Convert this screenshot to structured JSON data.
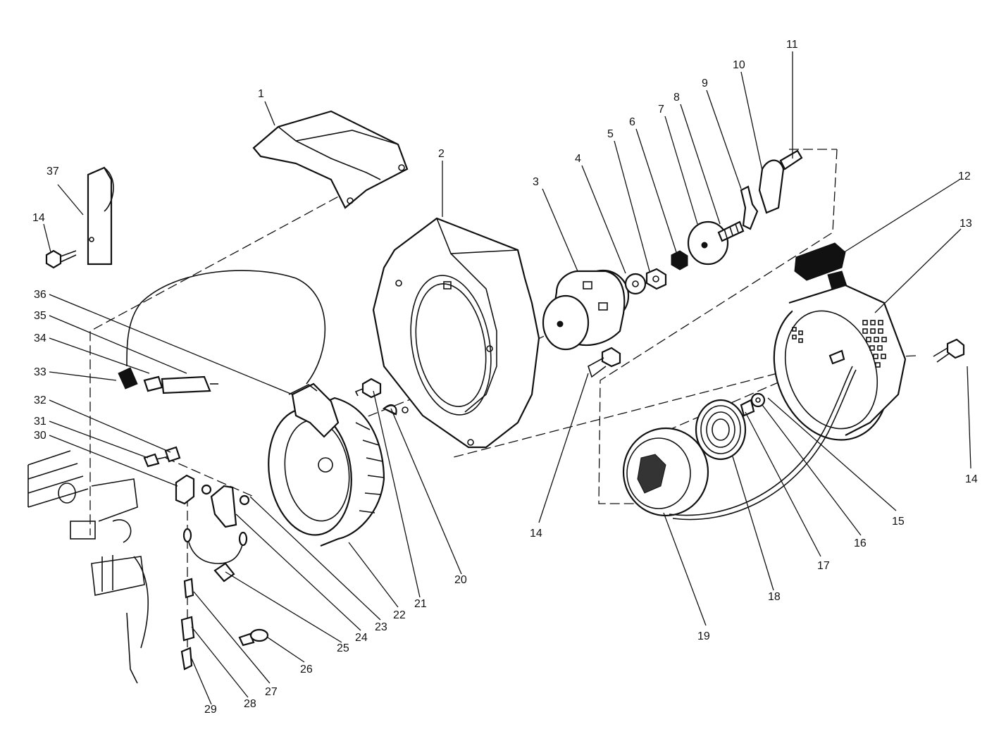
{
  "colors": {
    "ink": "#111111",
    "paper": "#ffffff"
  },
  "callouts": [
    {
      "id": "c1",
      "text": "1"
    },
    {
      "id": "c2",
      "text": "2"
    },
    {
      "id": "c3",
      "text": "3"
    },
    {
      "id": "c4",
      "text": "4"
    },
    {
      "id": "c5",
      "text": "5"
    },
    {
      "id": "c6",
      "text": "6"
    },
    {
      "id": "c7",
      "text": "7"
    },
    {
      "id": "c8",
      "text": "8"
    },
    {
      "id": "c9",
      "text": "9"
    },
    {
      "id": "c10",
      "text": "10"
    },
    {
      "id": "c11",
      "text": "11"
    },
    {
      "id": "c12",
      "text": "12"
    },
    {
      "id": "c13",
      "text": "13"
    },
    {
      "id": "c14a",
      "text": "14"
    },
    {
      "id": "c14b",
      "text": "14"
    },
    {
      "id": "c14c",
      "text": "14"
    },
    {
      "id": "c15",
      "text": "15"
    },
    {
      "id": "c16",
      "text": "16"
    },
    {
      "id": "c17",
      "text": "17"
    },
    {
      "id": "c18",
      "text": "18"
    },
    {
      "id": "c19",
      "text": "19"
    },
    {
      "id": "c20",
      "text": "20"
    },
    {
      "id": "c21",
      "text": "21"
    },
    {
      "id": "c22",
      "text": "22"
    },
    {
      "id": "c23",
      "text": "23"
    },
    {
      "id": "c24",
      "text": "24"
    },
    {
      "id": "c25",
      "text": "25"
    },
    {
      "id": "c26",
      "text": "26"
    },
    {
      "id": "c27",
      "text": "27"
    },
    {
      "id": "c28",
      "text": "28"
    },
    {
      "id": "c29",
      "text": "29"
    },
    {
      "id": "c30",
      "text": "30"
    },
    {
      "id": "c31",
      "text": "31"
    },
    {
      "id": "c32",
      "text": "32"
    },
    {
      "id": "c33",
      "text": "33"
    },
    {
      "id": "c34",
      "text": "34"
    },
    {
      "id": "c35",
      "text": "35"
    },
    {
      "id": "c36",
      "text": "36"
    },
    {
      "id": "c37",
      "text": "37"
    }
  ]
}
